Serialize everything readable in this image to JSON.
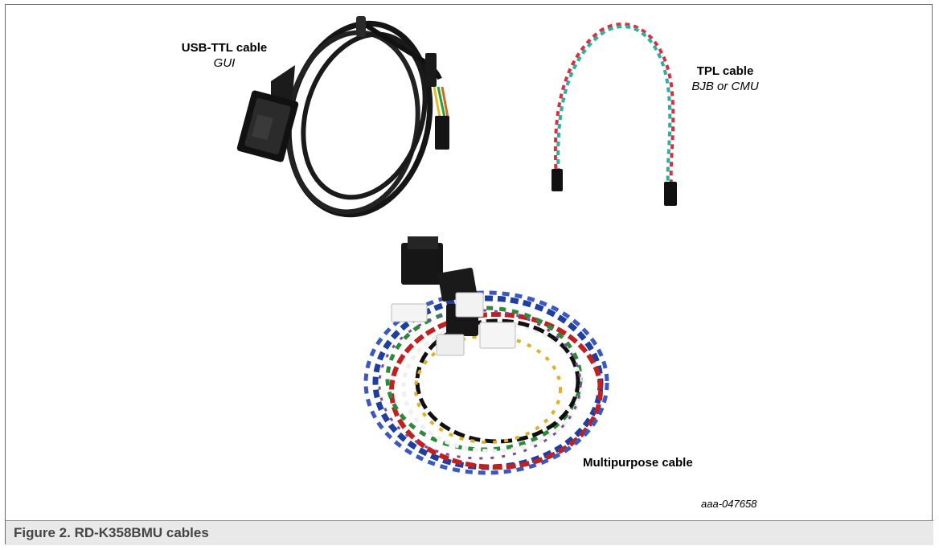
{
  "cables": {
    "usb_ttl": {
      "title": "USB-TTL cable",
      "subtitle": "GUI"
    },
    "tpl": {
      "title": "TPL cable",
      "subtitle": "BJB or CMU"
    },
    "multipurpose": {
      "title": "Multipurpose cable"
    }
  },
  "artwork_id": "aaa-047658",
  "caption": "Figure 2.  RD-K358BMU cables",
  "colors": {
    "frame": "#6a6a6a",
    "caption_bg": "#e9e9e9",
    "caption_text": "#454545"
  }
}
